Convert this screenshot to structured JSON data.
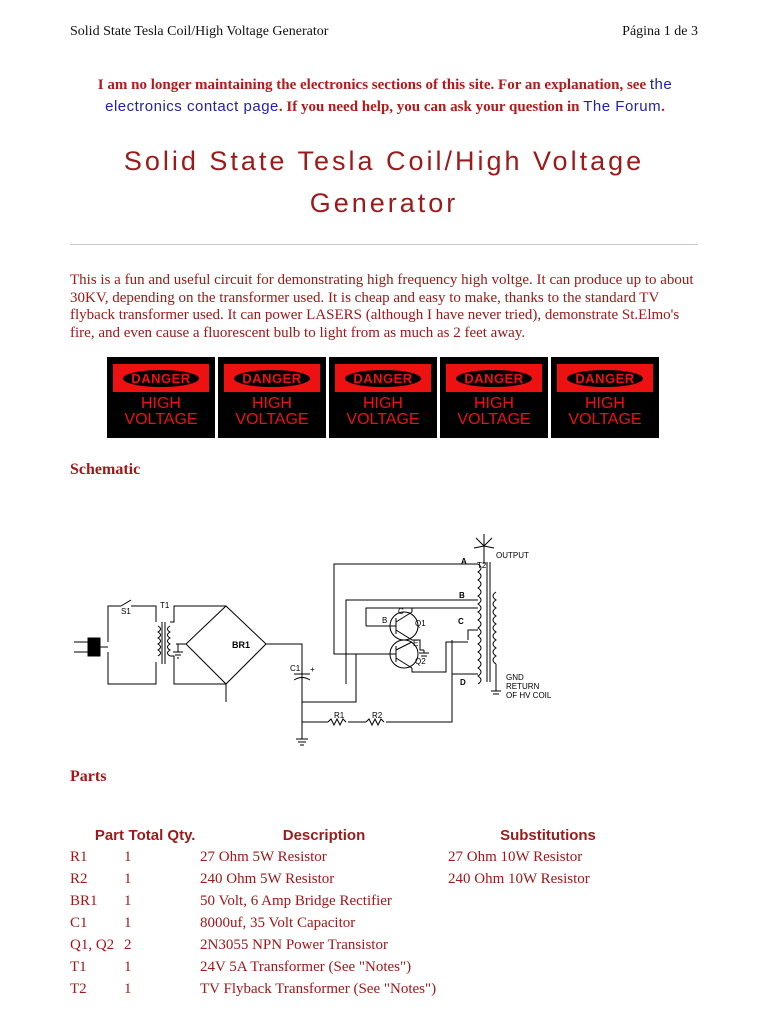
{
  "header": {
    "left": "Solid State Tesla Coil/High Voltage Generator",
    "right": "Página 1 de 3"
  },
  "notice": {
    "text1": "I am no longer maintaining the electronics sections of this site. For an explanation, see ",
    "link1": "the electronics contact page",
    "text2": ". If you need help, you can ask your question in ",
    "link2": "The Forum",
    "text3": "."
  },
  "title": "Solid State Tesla Coil/High Voltage Generator",
  "intro": "This is a fun and useful circuit for demonstrating high frequency high voltge. It can produce up to about 30KV, depending on the transformer used. It is cheap and easy to make, thanks to the standard TV flyback transformer used. It can power LASERS (although I have never tried), demonstrate St.Elmo's fire, and even cause a fluorescent bulb to light from as much as 2 feet away.",
  "danger_signs": [
    {
      "top": "DANGER",
      "line1": "HIGH",
      "line2": "VOLTAGE"
    },
    {
      "top": "DANGER",
      "line1": "HIGH",
      "line2": "VOLTAGE"
    },
    {
      "top": "DANGER",
      "line1": "HIGH",
      "line2": "VOLTAGE"
    },
    {
      "top": "DANGER",
      "line1": "HIGH",
      "line2": "VOLTAGE"
    },
    {
      "top": "DANGER",
      "line1": "HIGH",
      "line2": "VOLTAGE"
    }
  ],
  "sections": {
    "schematic": "Schematic",
    "parts": "Parts"
  },
  "schematic_labels": {
    "s1": "S1",
    "t1": "T1",
    "br1": "BR1",
    "c1": "C1",
    "plus": "+",
    "r1": "R1",
    "r2": "R2",
    "t2": "T2",
    "output": "OUTPUT",
    "a": "A",
    "b": "B",
    "c": "C",
    "d": "D",
    "q1": "Q1",
    "q2": "Q2",
    "tb": "B",
    "tc": "C",
    "te": "E",
    "gnd1": "GND",
    "gnd2": "RETURN",
    "gnd3": "OF HV COIL"
  },
  "parts_table": {
    "headers": [
      "Part",
      "Total Qty.",
      "Description",
      "Substitutions"
    ],
    "rows": [
      [
        "R1",
        "1",
        "27 Ohm 5W Resistor",
        "27 Ohm 10W Resistor"
      ],
      [
        "R2",
        "1",
        "240 Ohm 5W Resistor",
        "240 Ohm 10W Resistor"
      ],
      [
        "BR1",
        "1",
        "50 Volt, 6 Amp Bridge Rectifier",
        ""
      ],
      [
        "C1",
        "1",
        "8000uf, 35 Volt Capacitor",
        ""
      ],
      [
        "Q1, Q2",
        "2",
        "2N3055 NPN Power Transistor",
        ""
      ],
      [
        "T1",
        "1",
        "24V 5A Transformer (See \"Notes\")",
        ""
      ],
      [
        "T2",
        "1",
        "TV Flyback Transformer (See \"Notes\")",
        ""
      ]
    ]
  }
}
